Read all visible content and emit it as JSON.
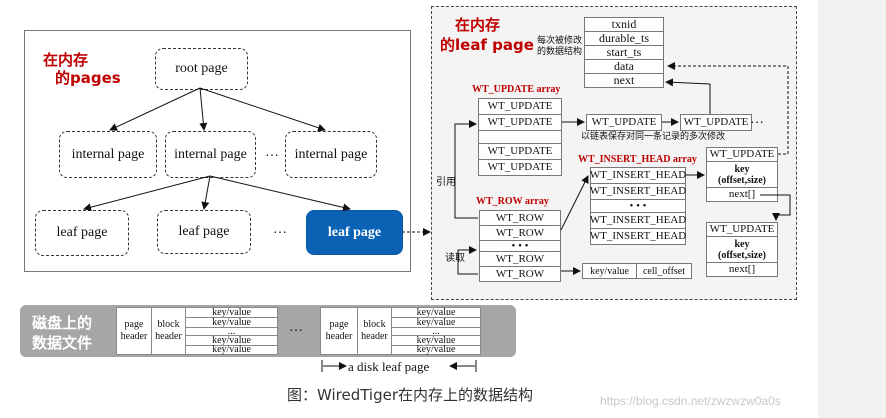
{
  "memory_pages_label": [
    "在内存",
    "的pages"
  ],
  "tree": {
    "root": "root page",
    "internal": [
      "internal page",
      "internal page",
      "internal page"
    ],
    "leaves": [
      "leaf page",
      "leaf page",
      "leaf page"
    ],
    "ellipsis": "…",
    "internal_ellipsis": "…"
  },
  "leaf_mem_label": [
    "在内存",
    "的leaf page"
  ],
  "modified_note": [
    "每次被修改",
    "的数据结构"
  ],
  "update_fields": [
    "txnid",
    "durable_ts",
    "start_ts",
    "data",
    "next"
  ],
  "update_array": {
    "title": "WT_UPDATE array",
    "items": [
      "WT_UPDATE",
      "WT_UPDATE",
      "",
      "WT_UPDATE",
      "WT_UPDATE"
    ]
  },
  "chain": {
    "items": [
      "WT_UPDATE",
      "WT_UPDATE"
    ],
    "ellipsis": "…",
    "note": "以链表保存对同一条记录的多次修改"
  },
  "insert_head": {
    "title": "WT_INSERT_HEAD array",
    "items": [
      "WT_INSERT_HEAD",
      "WT_INSERT_HEAD",
      "• • •",
      "WT_INSERT_HEAD",
      "WT_INSERT_HEAD"
    ]
  },
  "insert_node1": {
    "head": "WT_UPDATE",
    "key": "key",
    "sub": "(offset,size)",
    "next": "next[]"
  },
  "insert_node2": {
    "head": "WT_UPDATE",
    "key": "key",
    "sub": "(offset,size)",
    "next": "next[]"
  },
  "row_array": {
    "title": "WT_ROW array",
    "items": [
      "WT_ROW",
      "WT_ROW",
      "• • •",
      "WT_ROW",
      "WT_ROW"
    ]
  },
  "row_cells": [
    "key/value",
    "cell_offset"
  ],
  "ref_label": "引用",
  "read_label": "读取",
  "disk": {
    "label": [
      "磁盘上的",
      "数据文件"
    ],
    "page_header": [
      "page",
      "header"
    ],
    "block_header": [
      "block",
      "header"
    ],
    "kv": [
      "key/value",
      "key/value",
      "...",
      "key/value",
      "key/value"
    ],
    "ellipsis": "…",
    "span_label": "a disk leaf page"
  },
  "caption": "图：WiredTiger在内存上的数据结构",
  "watermark": "https://blog.csdn.net/zwzwzw0a0s"
}
